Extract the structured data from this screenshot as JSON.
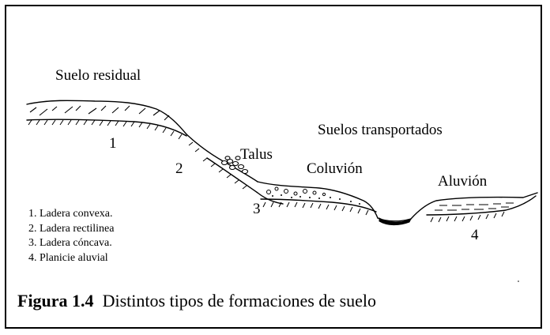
{
  "diagram": {
    "labels": {
      "residual": "Suelo residual",
      "transported": "Suelos transportados",
      "talus": "Talus",
      "coluvion": "Coluvión",
      "aluvion": "Aluvión"
    },
    "zone_numbers": [
      "1",
      "2",
      "3",
      "4"
    ],
    "legend": [
      "1. Ladera convexa.",
      "2. Ladera rectilinea",
      "3. Ladera cóncava.",
      "4. Planicie aluvial"
    ],
    "caption": {
      "prefix": "Figura 1.4",
      "text": "Distintos tipos de formaciones de suelo"
    }
  }
}
